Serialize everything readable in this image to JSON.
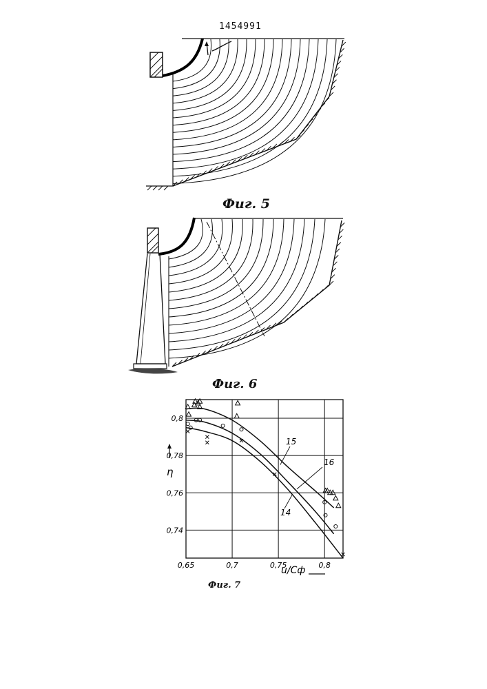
{
  "document": {
    "patent_number": "1454991"
  },
  "figures": [
    {
      "id": "fig5",
      "caption": "Фиг. 5"
    },
    {
      "id": "fig6",
      "caption": "Фиг. 6"
    },
    {
      "id": "fig7",
      "caption": "Фиг. 7"
    }
  ],
  "chart_data": {
    "type": "scatter",
    "title": "",
    "xlabel": "u/Cф",
    "ylabel": "η",
    "xlim": [
      0.65,
      0.82
    ],
    "ylim": [
      0.725,
      0.81
    ],
    "x_ticks": [
      0.65,
      0.7,
      0.75,
      0.8
    ],
    "x_tick_labels": [
      "0,65",
      "0,7",
      "0,75",
      "0,8"
    ],
    "y_ticks": [
      0.74,
      0.76,
      0.78,
      0.8
    ],
    "y_tick_labels": [
      "0,74",
      "0,76",
      "0,78",
      "0,8"
    ],
    "grid": true,
    "curve_labels": [
      "15",
      "16",
      "14"
    ],
    "series": [
      {
        "name": "15",
        "marker": "triangle",
        "curve": {
          "x": [
            0.65,
            0.67,
            0.7,
            0.73,
            0.76,
            0.79,
            0.81
          ],
          "y": [
            0.805,
            0.805,
            0.799,
            0.788,
            0.774,
            0.761,
            0.752
          ]
        },
        "points": {
          "x": [
            0.652,
            0.653,
            0.659,
            0.66,
            0.663,
            0.665,
            0.665,
            0.705,
            0.706,
            0.801,
            0.803,
            0.806,
            0.809,
            0.812,
            0.815
          ],
          "y": [
            0.806,
            0.802,
            0.807,
            0.809,
            0.808,
            0.806,
            0.809,
            0.801,
            0.808,
            0.761,
            0.761,
            0.76,
            0.76,
            0.757,
            0.753
          ]
        }
      },
      {
        "name": "16",
        "marker": "circle",
        "curve": {
          "x": [
            0.65,
            0.67,
            0.7,
            0.73,
            0.76,
            0.79,
            0.81
          ],
          "y": [
            0.799,
            0.798,
            0.792,
            0.781,
            0.766,
            0.75,
            0.738
          ]
        },
        "points": {
          "x": [
            0.652,
            0.655,
            0.661,
            0.665,
            0.69,
            0.71,
            0.8,
            0.801,
            0.812
          ],
          "y": [
            0.797,
            0.795,
            0.799,
            0.799,
            0.796,
            0.794,
            0.755,
            0.748,
            0.742
          ]
        }
      },
      {
        "name": "14",
        "marker": "cross",
        "curve": {
          "x": [
            0.65,
            0.67,
            0.7,
            0.73,
            0.76,
            0.79,
            0.82
          ],
          "y": [
            0.795,
            0.793,
            0.788,
            0.777,
            0.762,
            0.744,
            0.725
          ]
        },
        "points": {
          "x": [
            0.652,
            0.673,
            0.673,
            0.71,
            0.746,
            0.82
          ],
          "y": [
            0.793,
            0.79,
            0.787,
            0.788,
            0.77,
            0.727
          ]
        }
      }
    ]
  }
}
